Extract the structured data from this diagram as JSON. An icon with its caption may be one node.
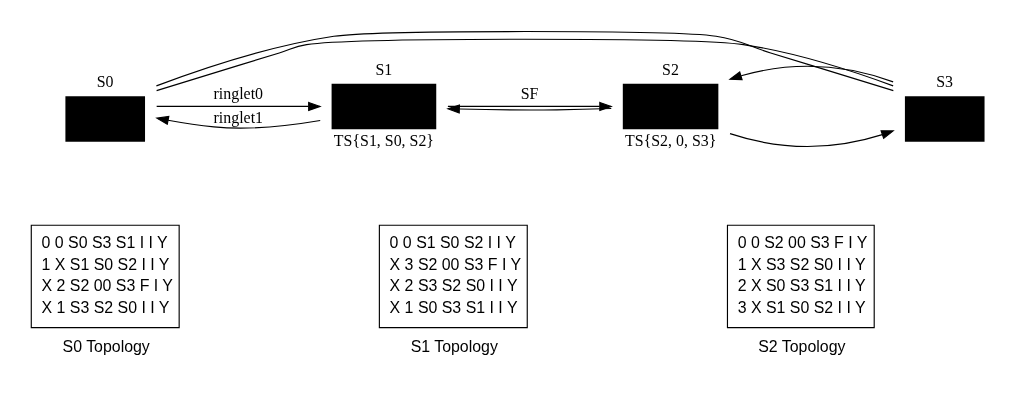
{
  "diagram": {
    "nodes": [
      {
        "text": [
          "S0"
        ]
      },
      {
        "text": [
          "S1"
        ],
        "beside": [
          "TS{S1, S0, S2}"
        ]
      },
      {
        "text": [
          "S2"
        ],
        "beside": [
          "TS{S2, 0, S3}"
        ]
      },
      {
        "text": [
          "S3"
        ]
      },
      {
        "text": [
          "0 0 S0 S3 S1 I I Y",
          "1 X S1 S0 S2 I I Y",
          "X 2 S2 00 S3 F I Y",
          "X 1 S3 S2 S0 I I Y"
        ],
        "beside": [
          "S0 Topology"
        ]
      },
      {
        "text": [
          "0 0 S1 S0 S2 I I Y",
          "X 3 S2 00 S3 F I Y",
          "X 2 S3 S2 S0 I I Y",
          "X 1 S0 S3 S1 I I Y"
        ],
        "beside": [
          "S1 Topology"
        ]
      },
      {
        "text": [
          "0 0 S2 00 S3 F I Y",
          "1 X S3 S2 S0 I I Y",
          "2 X S0 S3 S1 I I Y",
          "3 X S1 S0 S2 I I Y"
        ],
        "beside": [
          "S2 Topology"
        ]
      }
    ],
    "edges": [
      {
        "from": 0,
        "to": 1,
        "arrow": "to",
        "label": "ringlet0"
      },
      {
        "from": 1,
        "to": 0,
        "arrow": "to",
        "label": "ringlet1"
      },
      {
        "from": 1,
        "to": 2,
        "arrow": "to",
        "label": "SF"
      },
      {
        "from": 2,
        "to": 1,
        "arrow": "to"
      },
      {
        "from": 2,
        "to": 3,
        "arrow": "to"
      },
      {
        "from": 3,
        "to": 2,
        "arrow": "to"
      },
      {
        "from": 3,
        "to": 0,
        "arrow": "none"
      },
      {
        "from": 3,
        "to": 0,
        "arrow": "none"
      }
    ]
  }
}
